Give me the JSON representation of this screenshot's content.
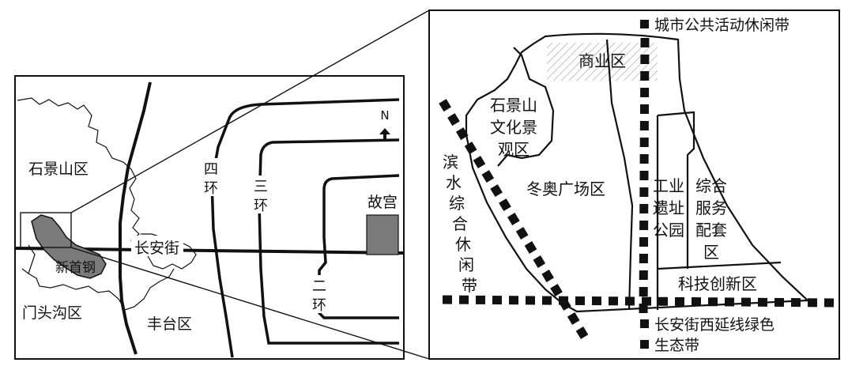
{
  "colors": {
    "ink": "#111111",
    "fill_dark": "#7a7a7a",
    "hatch": "#9a9a9a",
    "paper": "#ffffff"
  },
  "overview_map": {
    "districts": {
      "shijingshan": "石景山区",
      "mentougou": "门头沟区",
      "fengtai": "丰台区"
    },
    "site_label": "新首钢",
    "street_label": "长安街",
    "rings": {
      "fourth": [
        "四",
        "环"
      ],
      "third": [
        "三",
        "环"
      ],
      "second": [
        "二",
        "环"
      ]
    },
    "landmark": "故宫",
    "north_label": "N"
  },
  "detail_map": {
    "zones": {
      "commercial": "商业区",
      "culture": [
        "石景山",
        "文化景",
        "观区"
      ],
      "winter_olympics": "冬奥广场区",
      "industrial_park": [
        "工业",
        "遗址",
        "公园"
      ],
      "service": [
        "综合",
        "服务",
        "配套",
        "区"
      ],
      "tech": "科技创新区"
    },
    "binshui_belt": [
      "滨",
      "水",
      "综",
      "合",
      "休",
      "闲",
      "带"
    ],
    "legend_north": "城市公共活动休闲带",
    "legend_south": [
      "长安街西延线绿色",
      "生态带"
    ]
  }
}
